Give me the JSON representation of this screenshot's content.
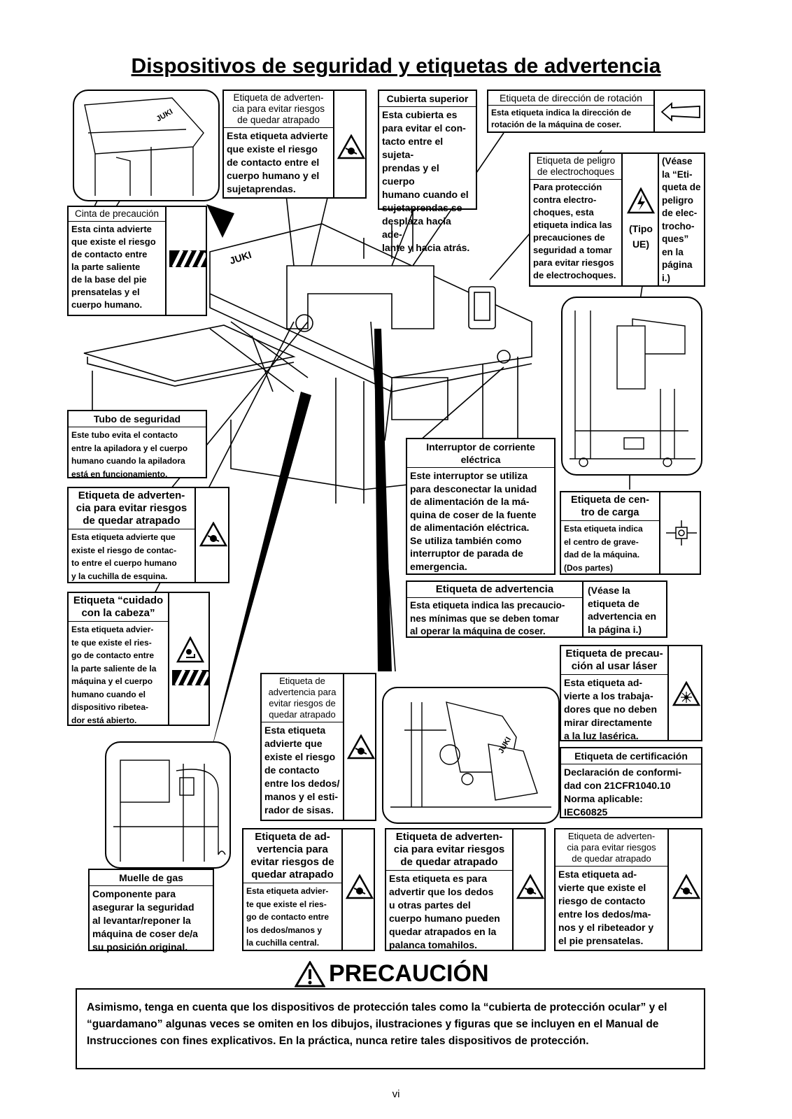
{
  "title": "Dispositivos de seguridad y etiquetas de advertencia",
  "labels": {
    "cinta": {
      "head": "Cinta de precaución",
      "body": "Esta cinta advierte\nque existe el riesgo\nde contacto entre\nla parte saliente\nde la base del pie\nprensatelas y el\ncuerpo humano."
    },
    "etiq_top": {
      "head": "Etiqueta de adverten-\ncia para evitar riesgos\nde quedar atrapado",
      "body": "Esta etiqueta advierte\nque existe el riesgo\nde contacto entre el\ncuerpo humano y el\nsujetaprendas."
    },
    "cubierta": {
      "head": "Cubierta superior",
      "body": "Esta cubierta es\npara evitar el con-\ntacto entre el sujeta-\nprendas y el cuerpo\nhumano cuando el\nsujetaprendas se\ndesplaza hacia ade-\nlante y hacia atrás."
    },
    "rotacion": {
      "head": "Etiqueta de dirección de rotación",
      "body": "Esta etiqueta indica la dirección de\nrotación de la máquina de coser."
    },
    "peligro": {
      "head": "Etiqueta de peligro\nde electrochoques",
      "body": "Para protección\ncontra electro-\nchoques, esta\netiqueta indica las\nprecauciones de\nseguridad a tomar\npara evitar riesgos\nde electrochoques.",
      "tipo": "(Tipo\nUE)",
      "ref": "(Véase\nla “Eti-\nqueta de\npeligro\nde elec-\ntrocho-\nques”\nen la\npágina\ni.)"
    },
    "tubo": {
      "head": "Tubo de seguridad",
      "body": "Este tubo evita el contacto\nentre la apiladora y el cuerpo\nhumano cuando la apiladora\nestá en funcionamiento."
    },
    "interruptor": {
      "head": "Interruptor de corriente\neléctrica",
      "body": "Este interruptor se utiliza\npara desconectar la unidad\nde alimentación de la má-\nquina de coser de la fuente\nde alimentación eléctrica.\nSe utiliza también como\ninterruptor de parada de\nemergencia."
    },
    "centro": {
      "head": "Etiqueta de cen-\ntro de carga",
      "body": "Esta etiqueta indica\nel centro de grave-\ndad de la máquina.\n(Dos partes)"
    },
    "esquina": {
      "head": "Etiqueta de adverten-\ncia para evitar riesgos\nde quedar atrapado",
      "body": "Esta etiqueta advierte que\nexiste el riesgo de contac-\nto entre el cuerpo humano\ny la cuchilla de esquina."
    },
    "advertencia": {
      "head": "Etiqueta de advertencia",
      "body": "Esta etiqueta indica las precaucio-\nnes mínimas que se deben tomar\nal operar la máquina de coser.",
      "ref": "(Véase la\netiqueta de\nadvertencia en\nla página i.)"
    },
    "cabeza": {
      "head": "Etiqueta “cuidado\ncon la cabeza”",
      "body": "Esta etiqueta advier-\nte que existe el ries-\ngo de contacto entre\nla parte saliente de la\nmáquina y el cuerpo\nhumano cuando el\ndispositivo ribetea-\ndor está abierto."
    },
    "laser": {
      "head": "Etiqueta de precau-\nción al usar láser",
      "body": "Esta etiqueta ad-\nvierte a los trabaja-\ndores que no deben\nmirar directamente\na la luz lasérica."
    },
    "dedos": {
      "head": "Etiqueta de\nadvertencia para\nevitar riesgos de\nquedar atrapado",
      "body": "Esta etiqueta\nadvierte que\nexiste el riesgo\nde contacto\nentre los dedos/\nmanos y el esti-\nrador de sisas."
    },
    "certificacion": {
      "head": "Etiqueta de certificación",
      "body": "Declaración de conformi-\ndad con 21CFR1040.10\nNorma aplicable:\nIEC60825"
    },
    "muelle": {
      "head": "Muelle de gas",
      "body": "Componente para\nasegurar la seguridad\nal levantar/reponer la\nmáquina de coser de/a\nsu posición original."
    },
    "central": {
      "head": "Etiqueta de ad-\nvertencia para\nevitar riesgos de\nquedar atrapado",
      "body": "Esta etiqueta advier-\nte que existe el ries-\ngo de contacto entre\nlos dedos/manos y\nla cuchilla central."
    },
    "tomahilos": {
      "head": "Etiqueta de adverten-\ncia para evitar riesgos\nde quedar atrapado",
      "body": "Esta etiqueta es para\nadvertir que los dedos\nu otras partes del\ncuerpo humano pueden\nquedar atrapados en la\npalanca tomahilos."
    },
    "ribeteador": {
      "head": "Etiqueta de adverten-\ncia para evitar riesgos\nde quedar atrapado",
      "body": "Esta etiqueta ad-\nvierte que existe el\nriesgo de contacto\nentre los dedos/ma-\nnos y el ribeteador y\nel pie prensatelas."
    }
  },
  "caution": {
    "heading": "PRECAUCIÓN",
    "text": "Asimismo, tenga en cuenta que los dispositivos de protección tales como la “cubierta de protección ocular” y el “guardamano” algunas veces se omiten en los dibujos, ilustraciones y figuras que se incluyen en el Manual de Instrucciones con fines explicativos. En la práctica, nunca retire tales dispositivos de protección."
  },
  "photo_text": {
    "brand": "JUKI"
  },
  "page_number": "vi",
  "icons": [
    "warning-trap-icon",
    "electric-hazard-icon",
    "laser-hazard-icon",
    "center-of-gravity-icon",
    "caution-tape-icon",
    "rotation-arrow-icon",
    "head-caution-icon"
  ]
}
